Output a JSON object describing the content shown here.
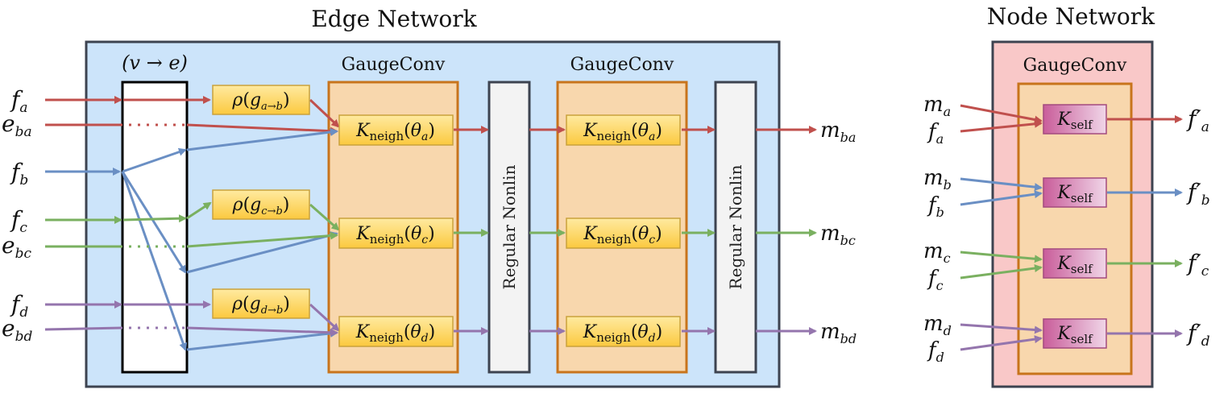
{
  "titles": {
    "edge_network": "Edge Network",
    "node_network": "Node Network"
  },
  "edge": {
    "v_to_e": "(v → e)",
    "gauge_conv_1": "GaugeConv",
    "gauge_conv_2": "GaugeConv",
    "nonlin_1": "Regular Nonlin",
    "nonlin_2": "Regular Nonlin",
    "inputs": [
      {
        "base": "f",
        "sub": "a"
      },
      {
        "base": "e",
        "sub": "ba"
      },
      {
        "base": "f",
        "sub": "b"
      },
      {
        "base": "f",
        "sub": "c"
      },
      {
        "base": "e",
        "sub": "bc"
      },
      {
        "base": "f",
        "sub": "d"
      },
      {
        "base": "e",
        "sub": "bd"
      }
    ],
    "rho": [
      {
        "base": "ρ",
        "arg": "g",
        "sub": "a→b"
      },
      {
        "base": "ρ",
        "arg": "g",
        "sub": "c→b"
      },
      {
        "base": "ρ",
        "arg": "g",
        "sub": "d→b"
      }
    ],
    "kneigh": [
      {
        "base": "K",
        "sub": "neigh",
        "theta": "θ",
        "theta_sub": "a"
      },
      {
        "base": "K",
        "sub": "neigh",
        "theta": "θ",
        "theta_sub": "c"
      },
      {
        "base": "K",
        "sub": "neigh",
        "theta": "θ",
        "theta_sub": "d"
      }
    ],
    "outputs": [
      {
        "base": "m",
        "sub": "ba"
      },
      {
        "base": "m",
        "sub": "bc"
      },
      {
        "base": "m",
        "sub": "bd"
      }
    ]
  },
  "node": {
    "gauge_conv": "GaugeConv",
    "kself": {
      "base": "K",
      "sub": "self"
    },
    "inputs": [
      {
        "m": "a",
        "f": "a"
      },
      {
        "m": "b",
        "f": "b"
      },
      {
        "m": "c",
        "f": "c"
      },
      {
        "m": "d",
        "f": "d"
      }
    ],
    "outputs": [
      {
        "base": "f′",
        "sub": "a"
      },
      {
        "base": "f′",
        "sub": "b"
      },
      {
        "base": "f′",
        "sub": "c"
      },
      {
        "base": "f′",
        "sub": "d"
      }
    ]
  },
  "colors": {
    "red": "#c0504d",
    "blue": "#6a8fc4",
    "green": "#7ab060",
    "purple": "#9475ad",
    "edge_bg": "#cce4fa",
    "node_bg": "#f9c8c8",
    "gauge_bg": "#f8d7ad",
    "gauge_border": "#c8741c",
    "yellow_top": "#ffe58a",
    "yellow_bottom": "#fbc93f",
    "kself_top": "#c95d9a",
    "kself_bottom": "#f0d6e8"
  }
}
